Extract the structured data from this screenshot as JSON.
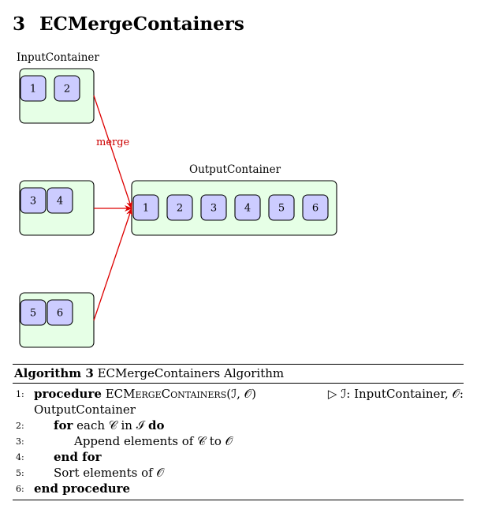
{
  "section": {
    "number": "3",
    "title": "ECMergeContainers"
  },
  "diagram": {
    "input_label": "InputContainer",
    "output_label": "OutputContainer",
    "arrow_label": "merge",
    "input_groups": [
      [
        "1",
        "2"
      ],
      [
        "3",
        "4"
      ],
      [
        "5",
        "6"
      ]
    ],
    "output_items": [
      "1",
      "2",
      "3",
      "4",
      "5",
      "6"
    ],
    "colors": {
      "container_fill": "#e6ffe6",
      "item_fill": "#ccccff",
      "arrow": "#dd0000",
      "arrow_label": "#cc0000"
    }
  },
  "algorithm": {
    "label": "Algorithm 3",
    "title": "ECMergeContainers Algorithm",
    "lines": {
      "l1": {
        "num": "1:",
        "kw": "procedure",
        "name": "ECMergeContainers",
        "args": "(ℐ, 𝒪)",
        "comment": "▷ ℐ: InputContainer, 𝒪:",
        "continuation": "OutputContainer"
      },
      "l2": {
        "num": "2:",
        "kw1": "for",
        "text": "each 𝒞 in ℐ",
        "kw2": "do"
      },
      "l3": {
        "num": "3:",
        "text": "Append elements of 𝒞 to 𝒪"
      },
      "l4": {
        "num": "4:",
        "kw": "end for"
      },
      "l5": {
        "num": "5:",
        "text": "Sort elements of 𝒪"
      },
      "l6": {
        "num": "6:",
        "kw": "end procedure"
      }
    }
  }
}
